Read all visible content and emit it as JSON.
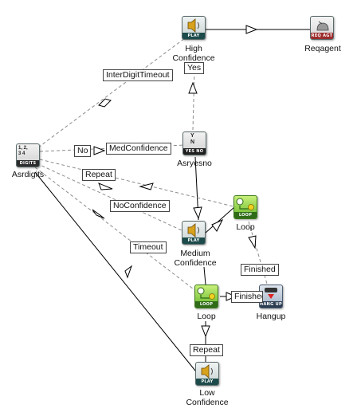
{
  "nodes": {
    "play_high": {
      "strip": "PLAY",
      "label_1": "High",
      "label_2": "Confidence"
    },
    "reqagent": {
      "strip": "REQ AGT",
      "label": "Reqagent"
    },
    "asrdigits": {
      "strip": "DIGITS",
      "glyph": "1, 2, 3 4",
      "label": "Asrdigits"
    },
    "asryesno": {
      "strip": "YES NO",
      "glyph_1": "Y",
      "glyph_2": "N",
      "label": "Asryesno"
    },
    "loop_1": {
      "strip": "LOOP",
      "label": "Loop"
    },
    "play_medium": {
      "strip": "PLAY",
      "label_1": "Medium",
      "label_2": "Confidence"
    },
    "loop_2": {
      "strip": "LOOP",
      "label": "Loop"
    },
    "hangup": {
      "strip": "HANG UP",
      "label": "Hangup"
    },
    "play_low": {
      "strip": "PLAY",
      "label_1": "Low",
      "label_2": "Confidence"
    }
  },
  "edge_labels": {
    "yes": "Yes",
    "inter_digit_timeout": "InterDigitTimeout",
    "no": "No",
    "medconfidence": "MedConfidence",
    "repeat_1": "Repeat",
    "noconfidence": "NoConfidence",
    "timeout": "Timeout",
    "finished_1": "Finished",
    "finished_2": "Finished",
    "repeat_2": "Repeat"
  },
  "colors": {
    "line": "#000000",
    "dashed_line": "#8c8c8c",
    "arrowhead_fill": "#ffffff",
    "loop_green": "#62b52a",
    "play_teal": "#1d4b4b",
    "req_red": "#9c2b2b"
  },
  "icons": {
    "play": "speaker-icon",
    "reqagent": "agent-bell-icon",
    "asrdigits": "digits-icon",
    "asryesno": "yes-no-icon",
    "loop": "loop-icon",
    "hangup": "hang-up-icon"
  }
}
